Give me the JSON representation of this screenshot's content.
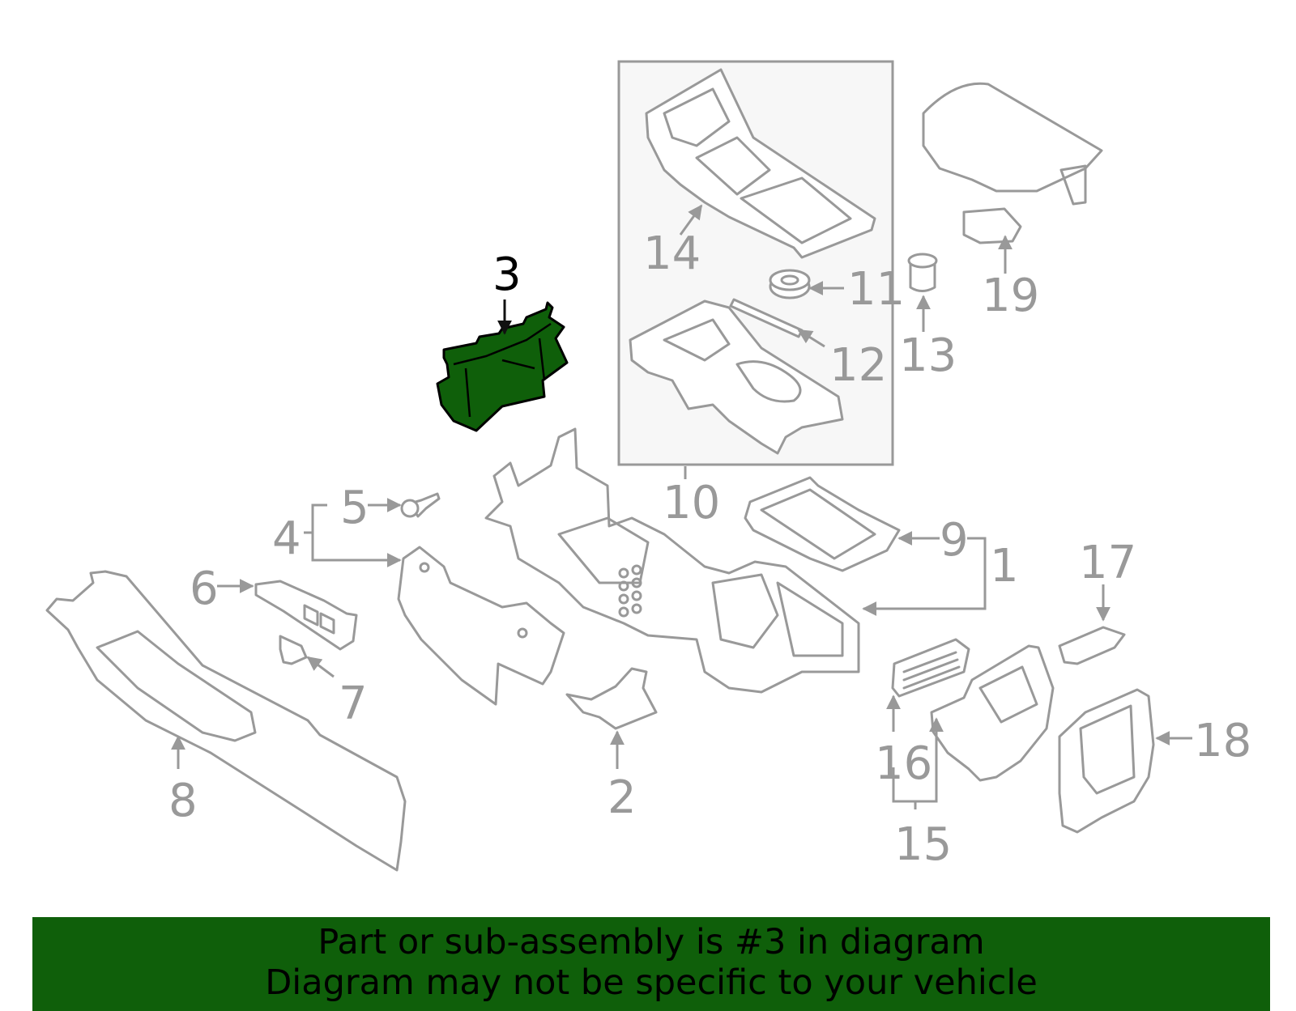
{
  "diagram": {
    "highlighted_part": "3",
    "highlight_color": "#0f5f0a",
    "line_color": "#999999",
    "callouts": {
      "c1": "1",
      "c2": "2",
      "c3": "3",
      "c4": "4",
      "c5": "5",
      "c6": "6",
      "c7": "7",
      "c8": "8",
      "c9": "9",
      "c10": "10",
      "c11": "11",
      "c12": "12",
      "c13": "13",
      "c14": "14",
      "c15": "15",
      "c16": "16",
      "c17": "17",
      "c18": "18",
      "c19": "19"
    }
  },
  "banner": {
    "line1": "Part or sub-assembly is #3 in diagram",
    "line2": "Diagram may not be specific to your vehicle",
    "background": "#0f5f0a"
  }
}
